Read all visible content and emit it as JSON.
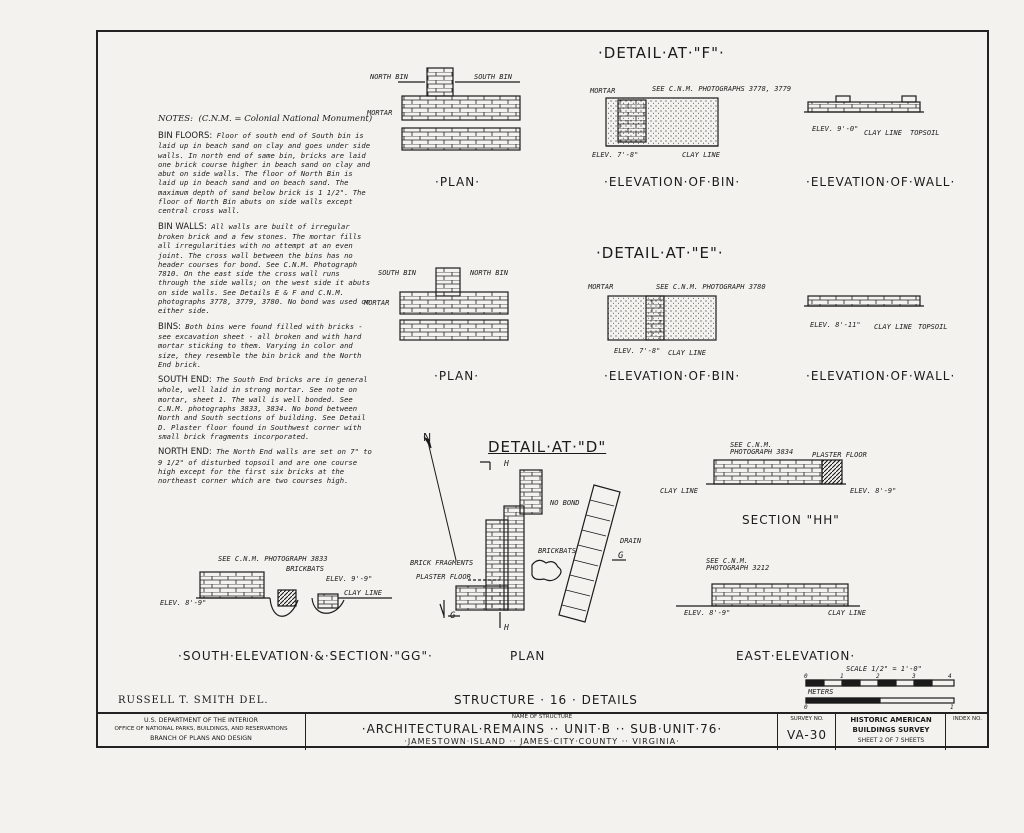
{
  "notes": {
    "heading": "NOTES:",
    "heading_note": "(C.N.M. = Colonial National Monument)",
    "bin_floors_label": "BIN FLOORS:",
    "bin_floors_text": "Floor of south end of South bin is laid up in beach sand on clay and goes under side walls. In north end of same bin, bricks are laid one brick course higher in beach sand on clay and abut on side walls. The floor of North Bin is laid up in beach sand and on beach sand. The maximum depth of sand below brick is 1 1/2\". The floor of North Bin abuts on side walls except central cross wall.",
    "bin_walls_label": "BIN WALLS:",
    "bin_walls_text": "All walls are built of irregular broken brick and a few stones. The mortar fills all irregularities with no attempt at an even joint. The cross wall between the bins has no header courses for bond. See C.N.M. Photograph 7810. On the east side the cross wall runs through the side walls; on the west side it abuts on side walls. See Details E & F and C.N.M. photographs 3778, 3779, 3780. No bond was used on either side.",
    "bins_label": "BINS:",
    "bins_text": "Both bins were found filled with bricks - see excavation sheet - all broken and with hard mortar sticking to them. Varying in color and size, they resemble the bin brick and the North End brick.",
    "south_end_label": "SOUTH END:",
    "south_end_text": "The South End bricks are in general whole, well laid in strong mortar. See note on mortar, sheet 1. The wall is well bonded. See C.N.M. photographs 3833, 3834. No bond between North and South sections of building. See Detail D. Plaster floor found in Southwest corner with small brick fragments incorporated.",
    "north_end_label": "NORTH END:",
    "north_end_text": "The North End walls are set on 7\" to 9 1/2\" of disturbed topsoil and are one course high except for the first six bricks at the northeast corner which are two courses high."
  },
  "detail_f": {
    "title": "·DETAIL·AT·\"F\"·",
    "north_bin": "NORTH BIN",
    "south_bin": "SOUTH BIN",
    "mortar_plan": "MORTAR",
    "plan": "·PLAN·",
    "mortar_elev": "MORTAR",
    "photo": "SEE C.N.M. PHOTOGRAPHS 3778, 3779",
    "elev_bin_level": "ELEV. 7'-8\"",
    "clay_line": "CLAY LINE",
    "elevation_bin": "·ELEVATION·OF·BIN·",
    "elev_wall_level": "ELEV. 9'-0\"",
    "clay_line_wall": "CLAY LINE",
    "topsoil": "TOPSOIL",
    "elevation_wall": "·ELEVATION·OF·WALL·"
  },
  "detail_e": {
    "title": "·DETAIL·AT·\"E\"·",
    "south_bin": "SOUTH BIN",
    "north_bin": "NORTH BIN",
    "mortar_plan": "MORTAR",
    "plan": "·PLAN·",
    "mortar_elev": "MORTAR",
    "photo": "SEE C.N.M. PHOTOGRAPH 3780",
    "elev_bin_level": "ELEV. 7'-8\"",
    "clay_line": "CLAY LINE",
    "elevation_bin": "·ELEVATION·OF·BIN·",
    "elev_wall_level": "ELEV. 8'-11\"",
    "clay_line_wall": "CLAY LINE",
    "topsoil": "TOPSOIL",
    "elevation_wall": "·ELEVATION·OF·WALL·"
  },
  "detail_d": {
    "north": "N",
    "title": "DETAIL·AT·\"D\"",
    "h_top": "H",
    "no_bond": "NO BOND",
    "brickbats": "BRICKBATS",
    "drain": "DRAIN",
    "brick_fragments": "BRICK FRAGMENTS",
    "plaster_floor": "PLASTER FLOOR",
    "g_left": "G",
    "g_right": "G",
    "h_bottom": "H",
    "plan": "PLAN"
  },
  "section_hh": {
    "photo": "SEE C.N.M. PHOTOGRAPH 3834",
    "plaster_floor": "PLASTER FLOOR",
    "clay_line": "CLAY LINE",
    "elev": "ELEV. 8'-9\"",
    "title": "SECTION \"HH\""
  },
  "east_elevation": {
    "photo": "SEE C.N.M. PHOTOGRAPH 3212",
    "elev": "ELEV. 8'-9\"",
    "clay_line": "CLAY LINE",
    "title": "EAST·ELEVATION·"
  },
  "south_elevation": {
    "photo": "SEE C.N.M. PHOTOGRAPH 3833",
    "brickbats": "BRICKBATS",
    "elev_right": "ELEV. 9'-9\"",
    "clay_line": "CLAY LINE",
    "elev_left": "ELEV. 8'-9\"",
    "title": "·SOUTH·ELEVATION·&·SECTION·\"GG\"·"
  },
  "scale": {
    "scale_label": "SCALE 1/2\" = 1'-0\"",
    "feet": [
      "0",
      "1",
      "2",
      "3",
      "4"
    ],
    "meters_label": "METERS",
    "meters": [
      "0",
      "1"
    ]
  },
  "delineator": "RUSSELL T. SMITH DEL.",
  "structure_title": "STRUCTURE · 16 · DETAILS",
  "title_block": {
    "agency_1": "U.S. DEPARTMENT OF THE INTERIOR",
    "agency_2": "OFFICE OF NATIONAL PARKS, BUILDINGS, AND RESERVATIONS",
    "agency_3": "BRANCH OF PLANS AND DESIGN",
    "name_label": "NAME OF STRUCTURE",
    "structure_name": "·ARCHITECTURAL·REMAINS ·· UNIT·B ·· SUB·UNIT·76·",
    "location": "·JAMESTOWN·ISLAND ·· JAMES·CITY·COUNTY ·· VIRGINIA·",
    "survey_label": "SURVEY NO.",
    "survey_no": "VA-30",
    "habs_1": "HISTORIC AMERICAN",
    "habs_2": "BUILDINGS SURVEY",
    "sheet_text": "SHEET 2 OF 7 SHEETS",
    "index_label": "INDEX NO."
  },
  "colors": {
    "ink": "#1b1b1b",
    "paper": "#f3f2ee"
  }
}
